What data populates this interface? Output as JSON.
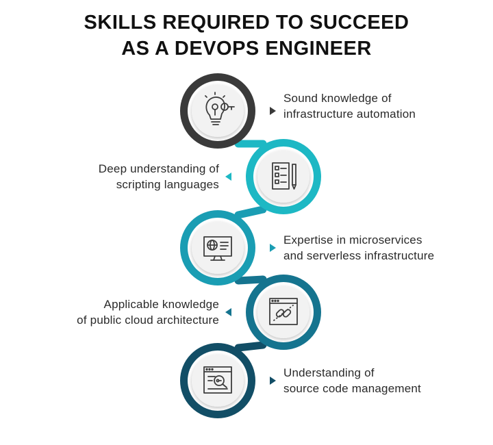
{
  "title": {
    "line1": "SKILLS REQUIRED TO SUCCEED",
    "line2": "AS A DEVOPS ENGINEER"
  },
  "steps": [
    {
      "lines": [
        "Sound knowledge of",
        "infrastructure automation"
      ],
      "side": "right",
      "color": "#3a3a3a",
      "icon": "lightbulb-key-icon"
    },
    {
      "lines": [
        "Deep understanding of",
        "scripting languages"
      ],
      "side": "left",
      "color": "#1db8c4",
      "icon": "document-pencil-icon"
    },
    {
      "lines": [
        "Expertise in microservices",
        "and serverless infrastructure"
      ],
      "side": "right",
      "color": "#1a9db3",
      "icon": "globe-monitor-icon"
    },
    {
      "lines": [
        "Applicable knowledge",
        "of public cloud architecture"
      ],
      "side": "left",
      "color": "#15748f",
      "icon": "browser-link-icon"
    },
    {
      "lines": [
        "Understanding of",
        "source code management"
      ],
      "side": "right",
      "color": "#124e66",
      "icon": "browser-key-search-icon"
    }
  ]
}
